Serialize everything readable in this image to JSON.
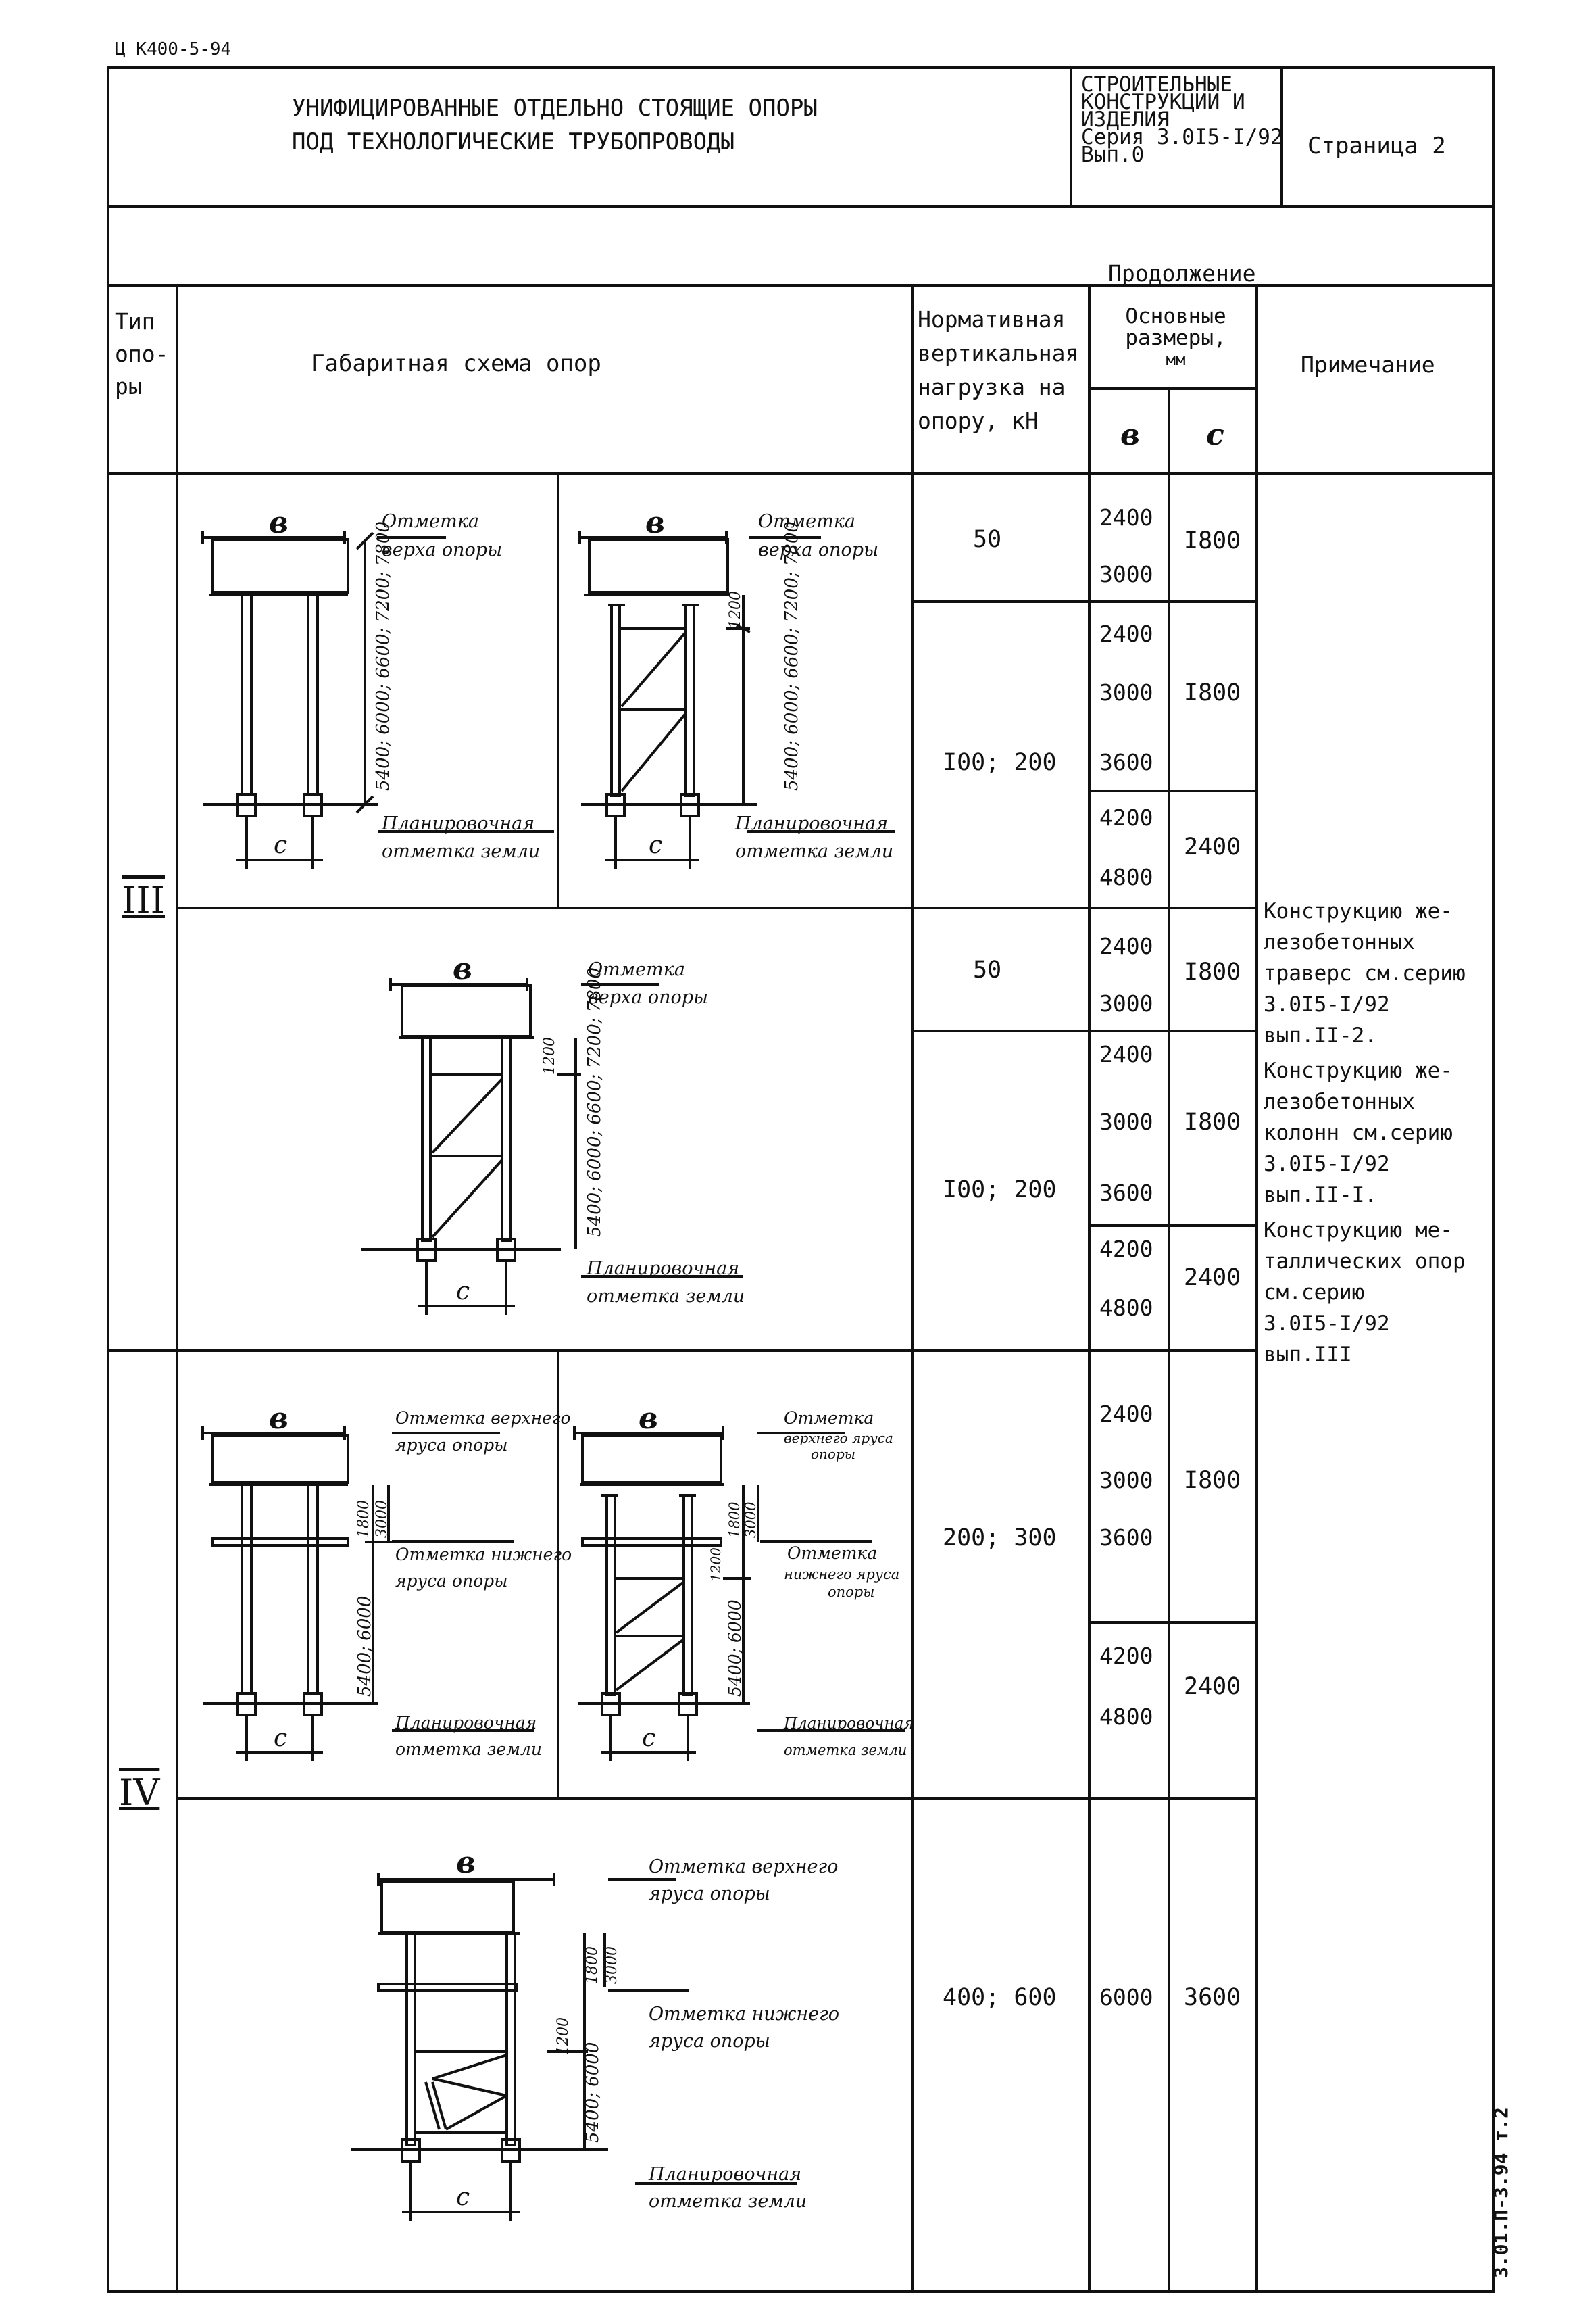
{
  "code": "Ц К400-5-94",
  "header": {
    "title_line1": "УНИФИЦИРОВАННЫЕ ОТДЕЛЬНО СТОЯЩИЕ ОПОРЫ",
    "title_line2": "ПОД ТЕХНОЛОГИЧЕСКИЕ ТРУБОПРОВОДЫ",
    "series_lines": [
      "СТРОИТЕЛЬНЫЕ",
      "КОНСТРУКЦИИ И",
      "ИЗДЕЛИЯ",
      "Серия 3.0I5-I/92",
      "Вып.0"
    ],
    "page": "Страница 2"
  },
  "continuation": "Продолжение",
  "columns": {
    "type": [
      "Тип",
      "опо-",
      "ры"
    ],
    "scheme": "Габаритная схема опор",
    "load": [
      "Нормативная",
      "вертикальная",
      "нагрузка на",
      "опору, кН"
    ],
    "dims": [
      "Основные",
      "размеры,",
      "мм"
    ],
    "b": "в",
    "c": "с",
    "note": "Примечание"
  },
  "sections": [
    {
      "type": "III",
      "rows": [
        {
          "load": "50",
          "b": [
            "2400",
            "3000"
          ],
          "c": "I800"
        },
        {
          "load": "I00; 200",
          "b": [
            "2400",
            "3000",
            "3600"
          ],
          "c": "I800"
        },
        {
          "load": "",
          "b": [
            "4200",
            "4800"
          ],
          "c": "2400"
        },
        {
          "load": "50",
          "b": [
            "2400",
            "3000"
          ],
          "c": "I800"
        },
        {
          "load": "I00; 200",
          "b": [
            "2400",
            "3000",
            "3600"
          ],
          "c": "I800"
        },
        {
          "load": "",
          "b": [
            "4200",
            "4800"
          ],
          "c": "2400"
        }
      ]
    },
    {
      "type": "IV",
      "rows": [
        {
          "load": "200; 300",
          "b": [
            "2400",
            "3000",
            "3600"
          ],
          "c": "I800"
        },
        {
          "load": "",
          "b": [
            "4200",
            "4800"
          ],
          "c": "2400"
        },
        {
          "load": "400; 600",
          "b": [
            "6000"
          ],
          "c": "3600"
        }
      ]
    }
  ],
  "note_lines": [
    "Конструкцию же-",
    "лезобетонных",
    "траверс см.серию",
    "3.0I5-I/92",
    "вып.II-2.",
    "Конструкцию же-",
    "лезобетонных",
    "колонн см.серию",
    "3.0I5-I/92",
    "вып.II-I.",
    "Конструкцию ме-",
    "таллических опор",
    "см.серию",
    "3.0I5-I/92",
    "вып.III"
  ],
  "labels": {
    "top_mark": [
      "Отметка",
      "верха опоры"
    ],
    "ground_mark": [
      "Планировочная",
      "отметка земли"
    ],
    "upper_tier": [
      "Отметка верхнего",
      "яруса опоры"
    ],
    "upper_tier_b": [
      "Отметка",
      "верхнего яруса",
      "опоры"
    ],
    "lower_tier": [
      "Отметка нижнего",
      "яруса опоры"
    ],
    "lower_tier_b": [
      "Отметка",
      "нижнего яруса",
      "опоры"
    ],
    "heights_long": "5400; 6000; 6600; 7200; 7800",
    "heights_short": "5400; 6000",
    "d1200": "1200",
    "d1800": "1800",
    "d3000": "3000",
    "b": "в",
    "c": "с"
  },
  "side_stamp": "3.01.П-3.94 т.2"
}
